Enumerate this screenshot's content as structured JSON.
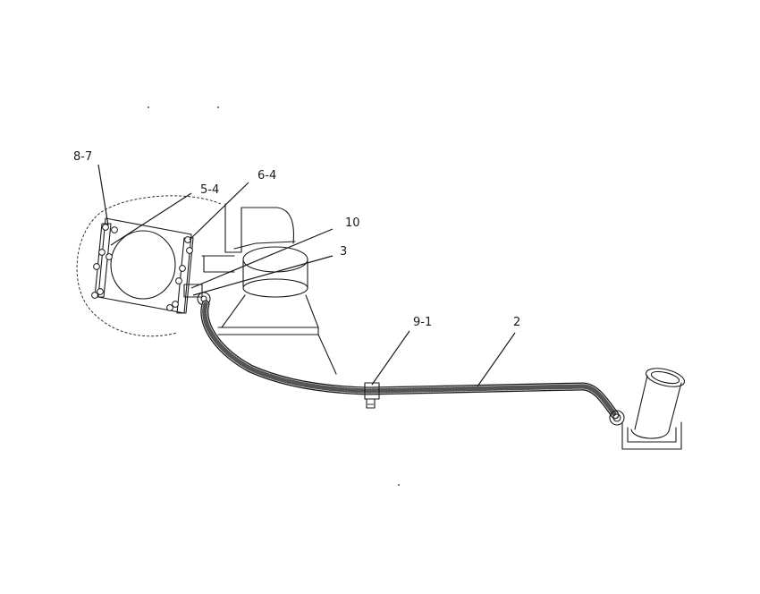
{
  "callouts": [
    {
      "id": "c87",
      "label": "8-7"
    },
    {
      "id": "c54",
      "label": "5-4"
    },
    {
      "id": "c64",
      "label": "6-4"
    },
    {
      "id": "c10",
      "label": "10"
    },
    {
      "id": "c3",
      "label": "3"
    },
    {
      "id": "c91",
      "label": "9-1"
    },
    {
      "id": "c2",
      "label": "2"
    }
  ],
  "colors": {
    "ink": "#1a1a1a",
    "background": "#ffffff"
  }
}
